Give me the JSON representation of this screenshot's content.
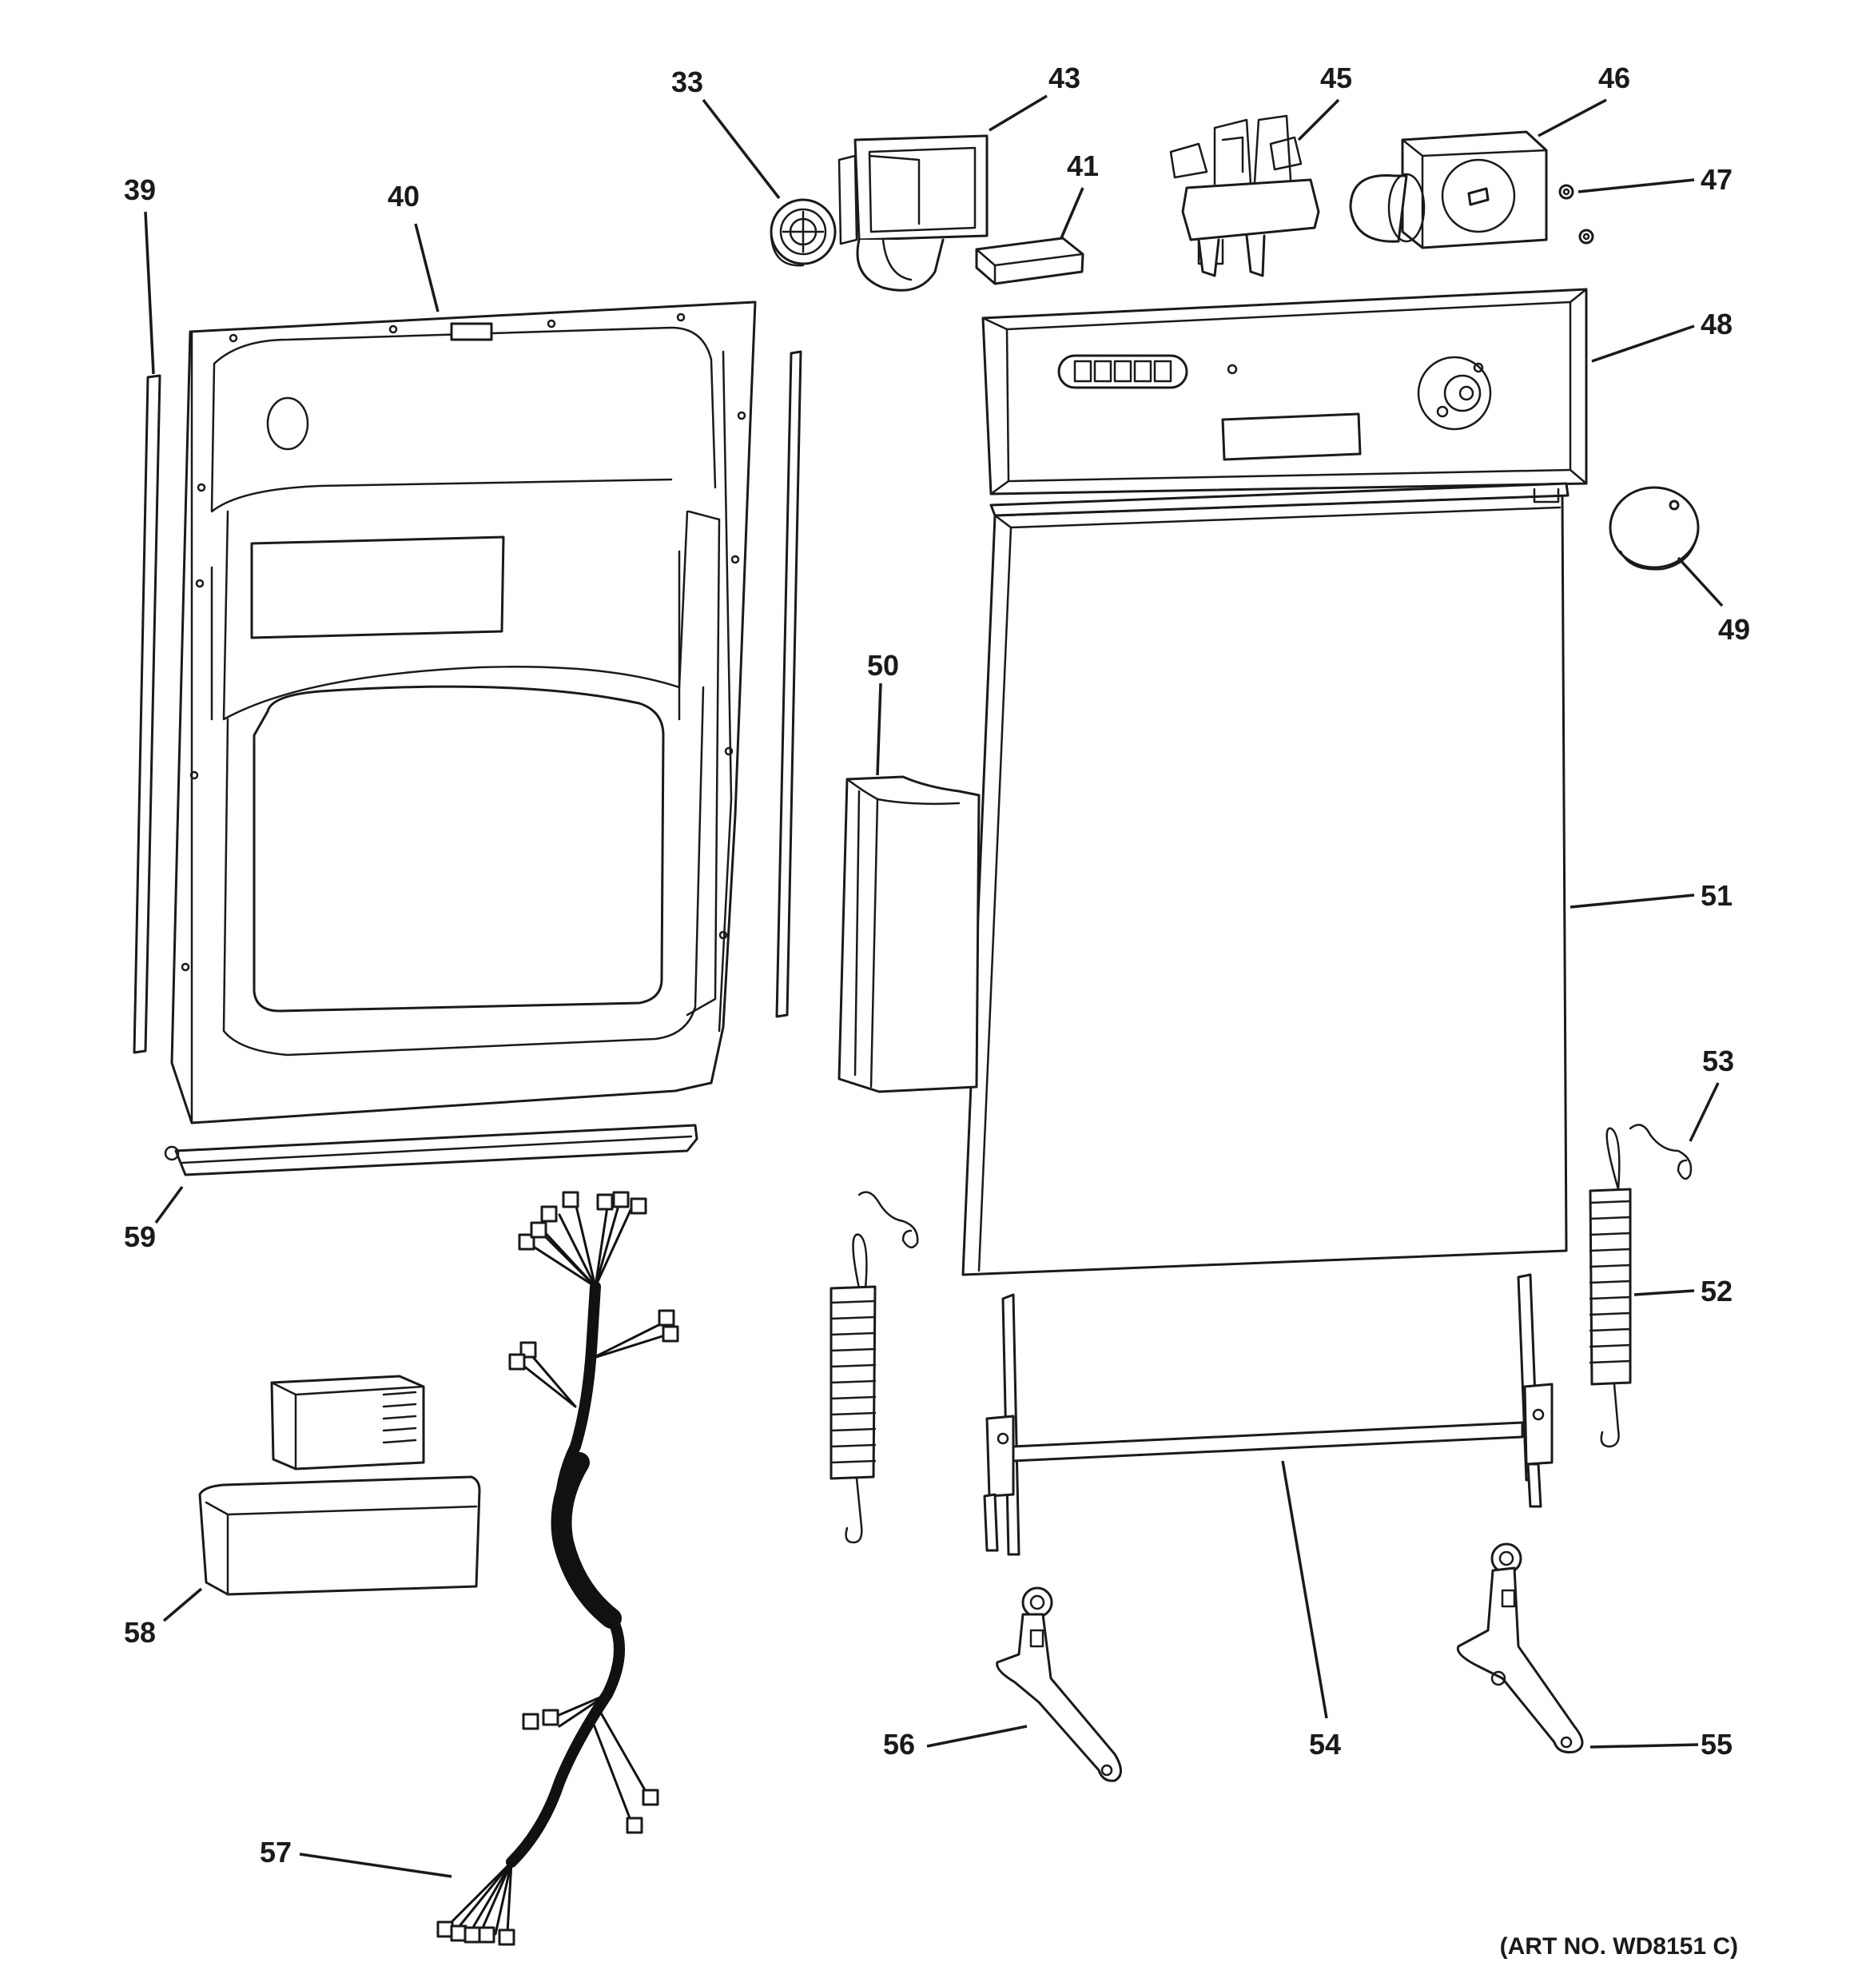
{
  "callouts": {
    "c33": "33",
    "c39": "39",
    "c40": "40",
    "c41": "41",
    "c43": "43",
    "c45": "45",
    "c46": "46",
    "c47": "47",
    "c48": "48",
    "c49": "49",
    "c50": "50",
    "c51": "51",
    "c52": "52",
    "c53": "53",
    "c54": "54",
    "c55": "55",
    "c56": "56",
    "c57": "57",
    "c58": "58",
    "c59": "59"
  },
  "art_number": "(ART NO. WD8151 C)"
}
